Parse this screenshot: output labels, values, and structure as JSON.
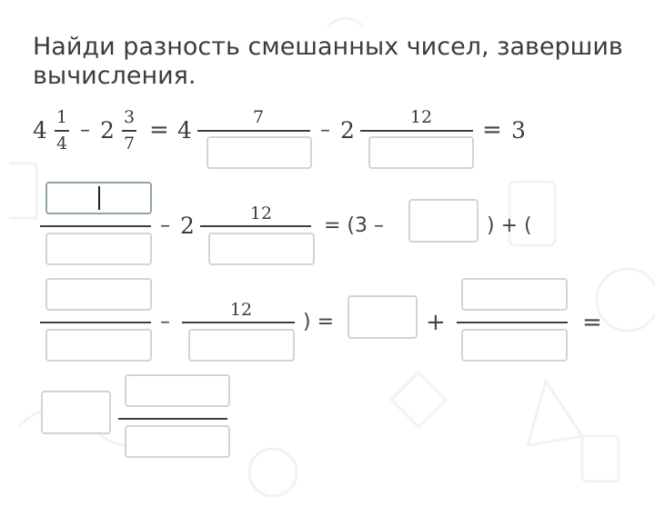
{
  "task": {
    "title": "Найди разность смешанных чисел, завершив вычисления."
  },
  "row1": {
    "whole_a": "4",
    "num_a": "1",
    "den_a": "4",
    "minus": "–",
    "whole_b": "2",
    "num_b": "3",
    "den_b": "7",
    "equals": "=",
    "whole_c": "4",
    "num_c": "7",
    "whole_d": "2",
    "num_d": "12",
    "result_whole": "3"
  },
  "row2": {
    "minus": "–",
    "whole": "2",
    "num": "12",
    "expr_open": "= (3 –",
    "expr_close": ") + ("
  },
  "row3": {
    "minus": "–",
    "num": "12",
    "close_eq": ") =",
    "plus": "+",
    "equals": "="
  },
  "inputs": {
    "value": ""
  },
  "colors": {
    "text": "#3b3b3b",
    "box_border": "#cfd6d6",
    "box_active_border": "#8fa6a8",
    "decor": "#f1f4f4"
  }
}
